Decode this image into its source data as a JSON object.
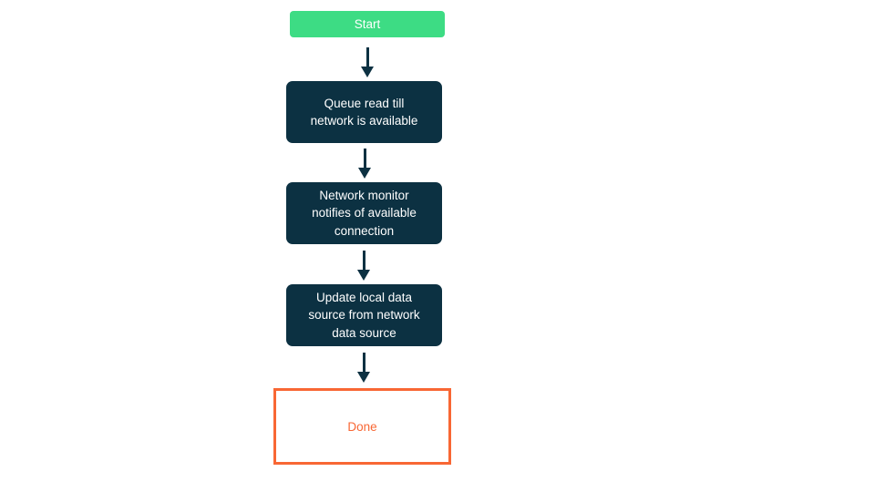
{
  "diagram": {
    "type": "flowchart",
    "direction": "top-down",
    "colors": {
      "start_fill": "#3ddc84",
      "process_fill": "#0c3142",
      "done_border": "#f86734",
      "done_text": "#f86734",
      "node_text": "#ffffff",
      "arrow": "#0c3142",
      "background": "#ffffff"
    },
    "nodes": [
      {
        "id": "start",
        "kind": "start",
        "label": "Start",
        "lines": [
          "Start"
        ]
      },
      {
        "id": "queue-read",
        "kind": "process",
        "label": "Queue read till network is available",
        "lines": [
          "Queue read till",
          "network is available"
        ]
      },
      {
        "id": "network-monitor",
        "kind": "process",
        "label": "Network monitor notifies of available connection",
        "lines": [
          "Network monitor",
          "notifies of available",
          "connection"
        ]
      },
      {
        "id": "update-local",
        "kind": "process",
        "label": "Update local data source from network data source",
        "lines": [
          "Update local data",
          "source from network",
          "data source"
        ]
      },
      {
        "id": "done",
        "kind": "end",
        "label": "Done",
        "lines": [
          "Done"
        ]
      }
    ],
    "edges": [
      {
        "from": "start",
        "to": "queue-read"
      },
      {
        "from": "queue-read",
        "to": "network-monitor"
      },
      {
        "from": "network-monitor",
        "to": "update-local"
      },
      {
        "from": "update-local",
        "to": "done"
      }
    ]
  }
}
